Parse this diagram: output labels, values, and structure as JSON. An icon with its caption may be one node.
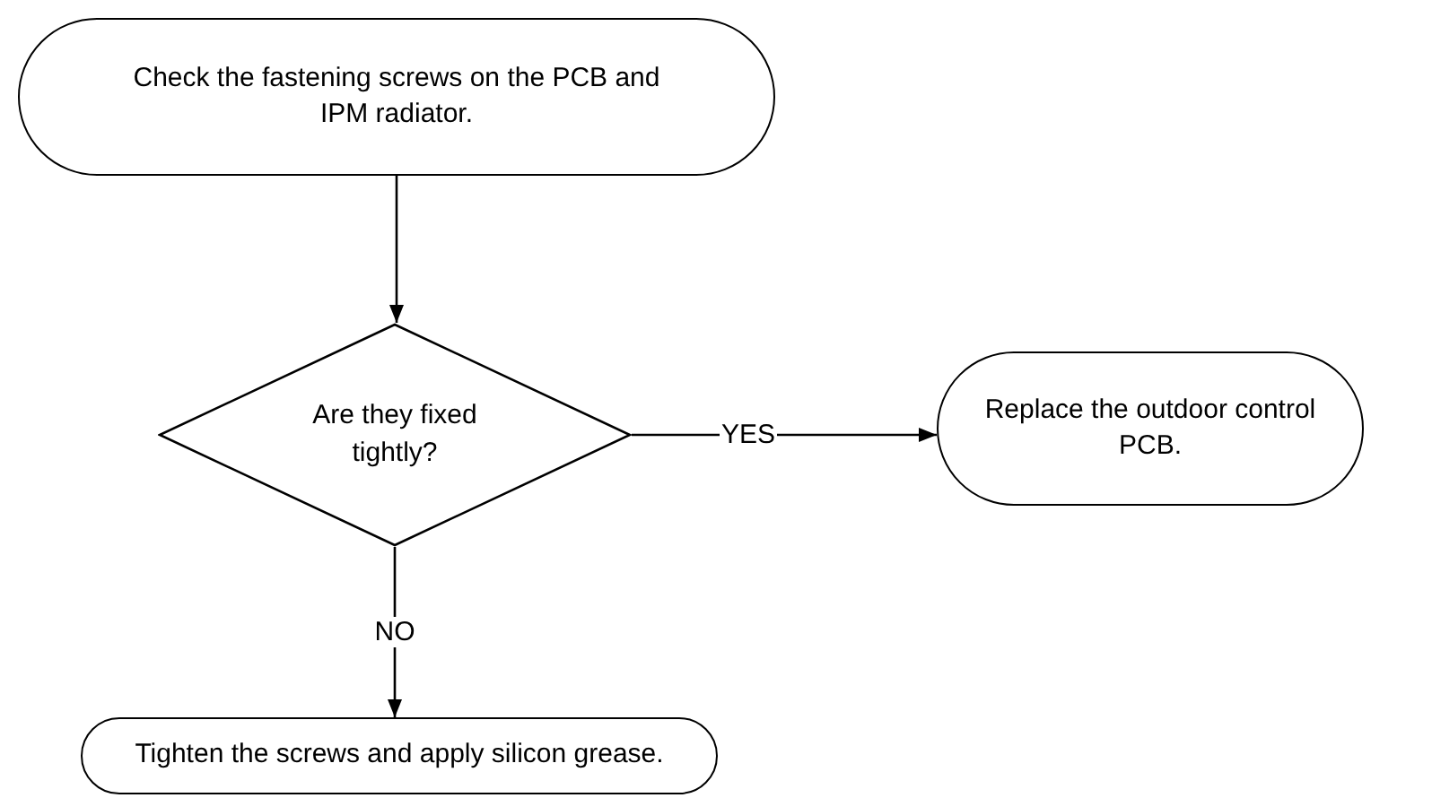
{
  "diagram": {
    "nodes": [
      {
        "text": [
          "Check the fastening screws on the PCB and IPM radiator."
        ]
      },
      {
        "text": [
          "Are they fixed tightly?"
        ]
      },
      {
        "text": [
          "Replace the outdoor control PCB."
        ]
      },
      {
        "text": [
          "Tighten the screws and apply silicon grease."
        ]
      }
    ],
    "edges": [
      {
        "from": 0,
        "to": 1,
        "arrow": "to"
      },
      {
        "from": 1,
        "to": 2,
        "arrow": "to",
        "label": "YES"
      },
      {
        "from": 1,
        "to": 3,
        "arrow": "to",
        "label": "NO"
      }
    ]
  }
}
